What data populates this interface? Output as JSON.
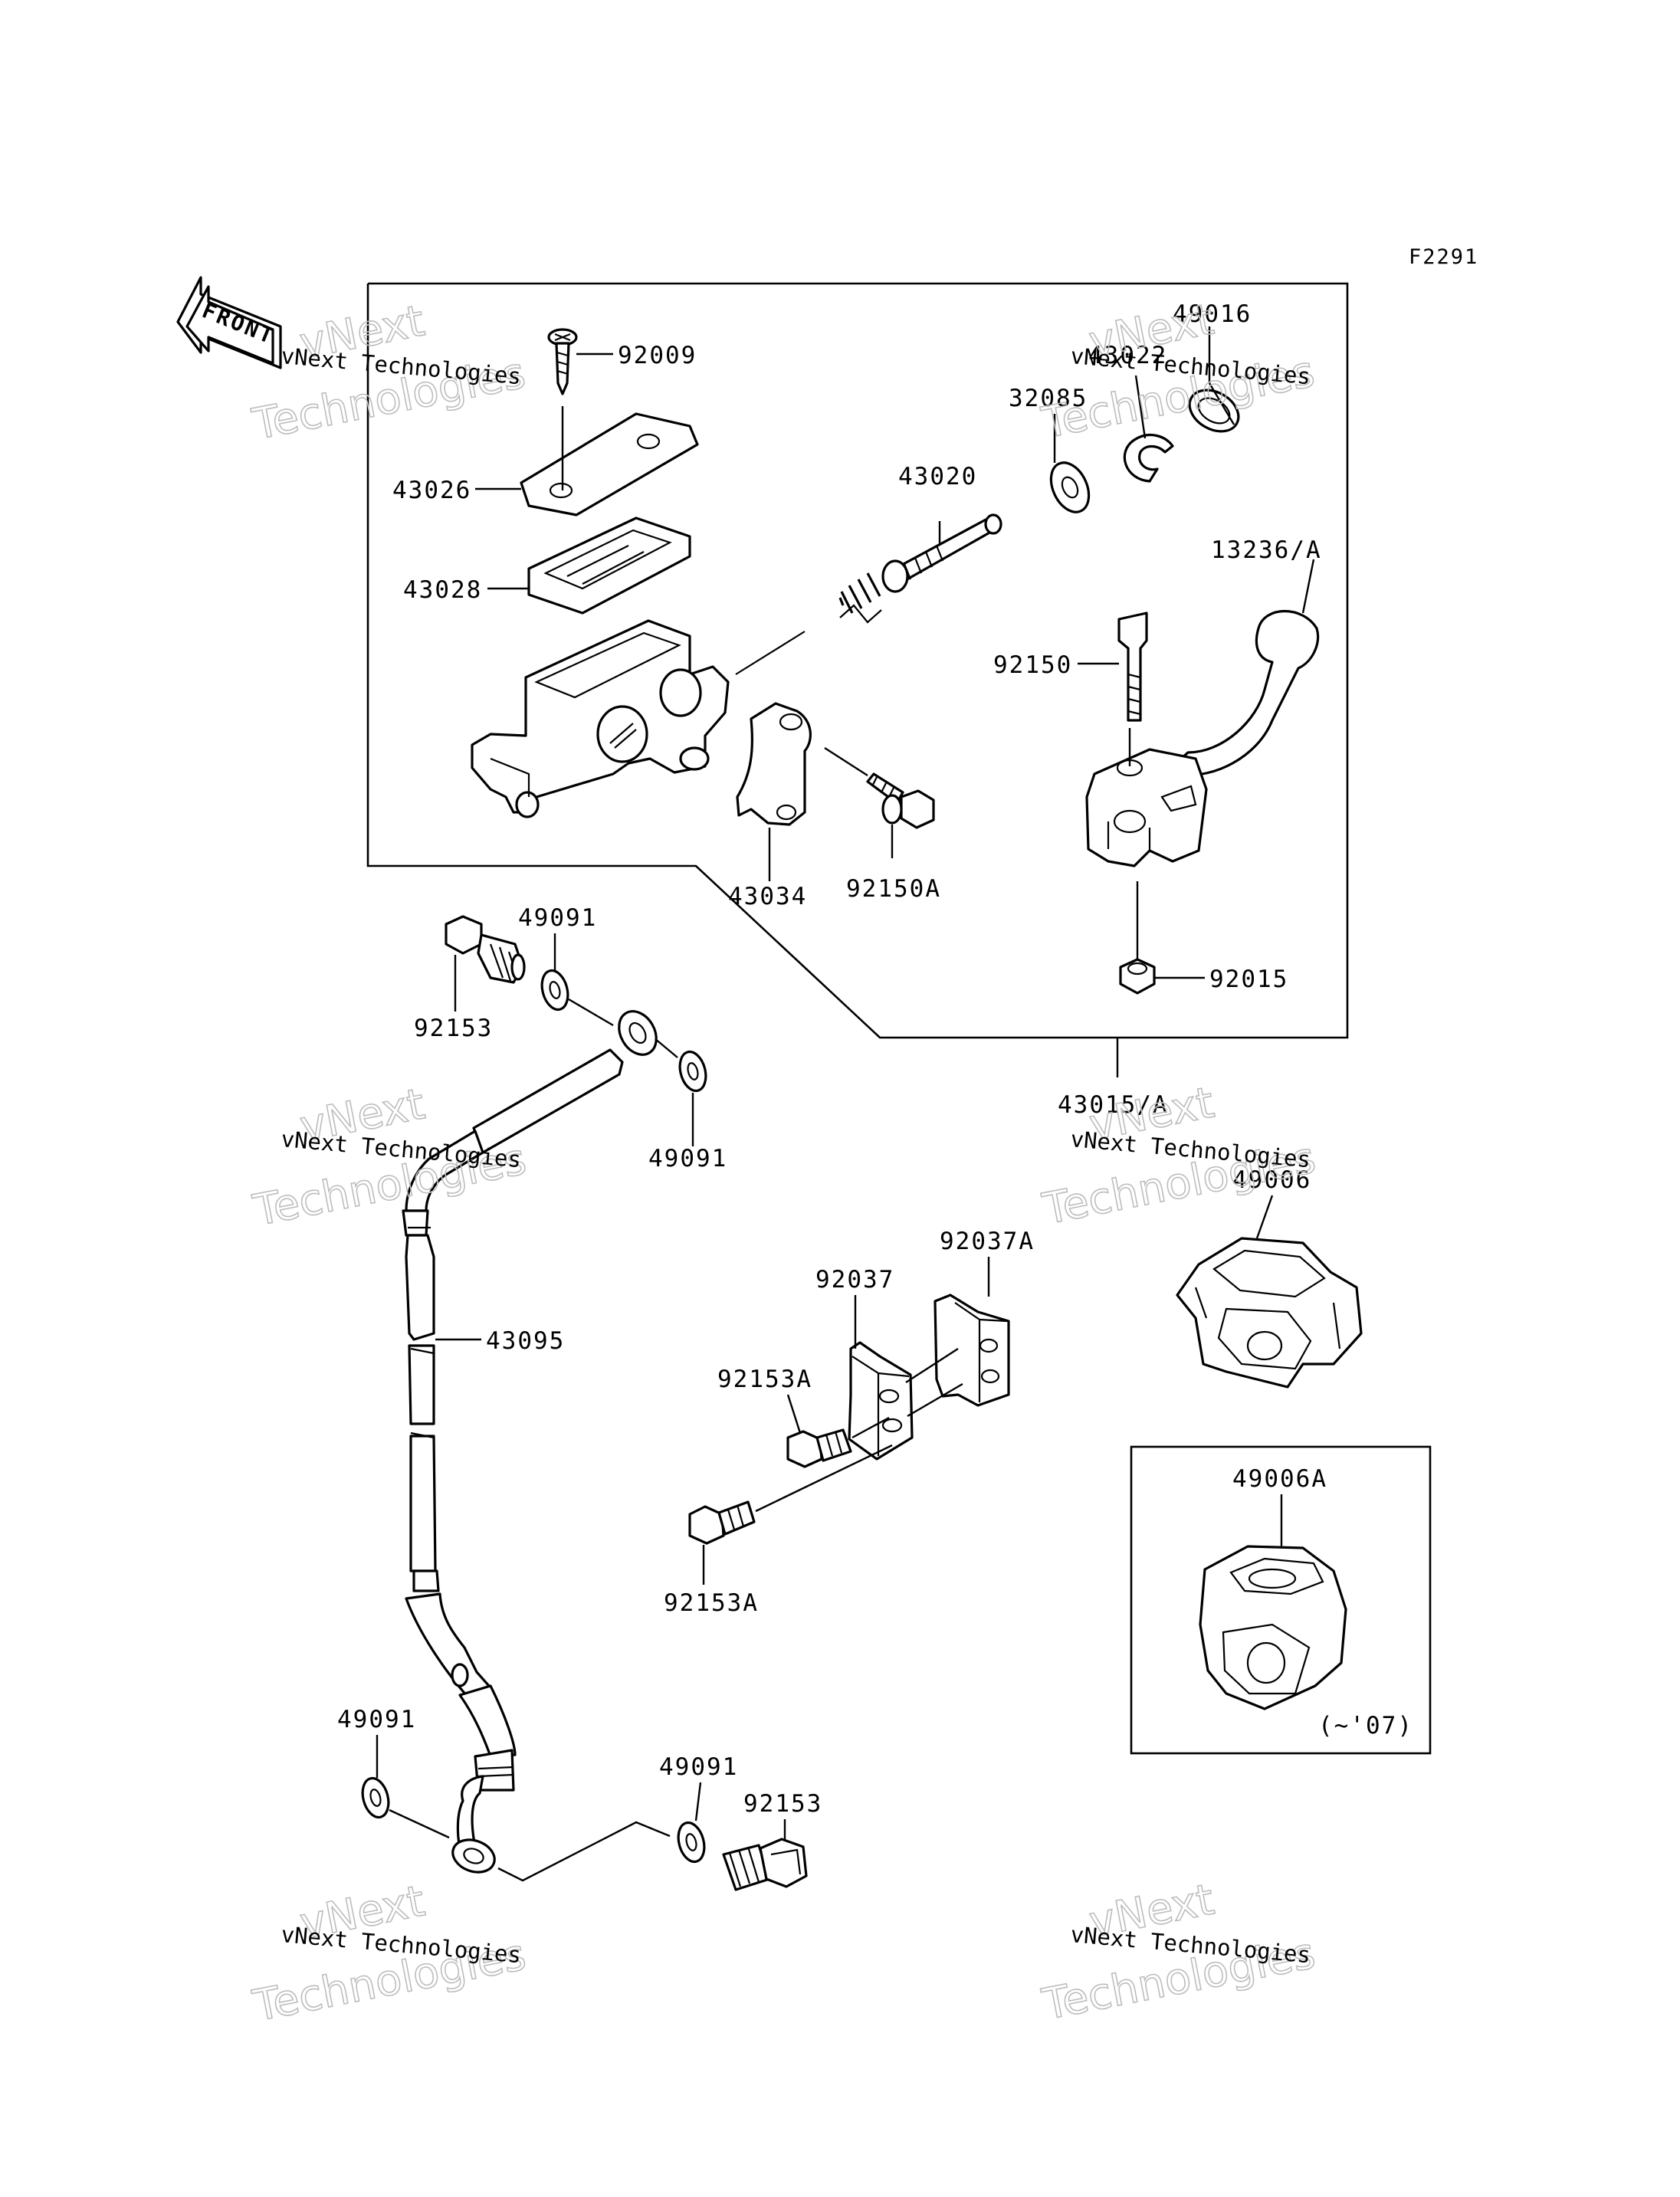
{
  "diagram_id": "F2291",
  "front_marker": "FRONT",
  "watermark": {
    "line1": "vNext Technologies",
    "line2": "vNext",
    "line3": "Technologies"
  },
  "part_labels": [
    {
      "id": "92009",
      "text": "92009"
    },
    {
      "id": "43026",
      "text": "43026"
    },
    {
      "id": "43028",
      "text": "43028"
    },
    {
      "id": "43020",
      "text": "43020"
    },
    {
      "id": "32085",
      "text": "32085"
    },
    {
      "id": "43022",
      "text": "43022"
    },
    {
      "id": "49016",
      "text": "49016"
    },
    {
      "id": "13236A",
      "text": "13236/A"
    },
    {
      "id": "92150",
      "text": "92150"
    },
    {
      "id": "43034",
      "text": "43034"
    },
    {
      "id": "92150A",
      "text": "92150A"
    },
    {
      "id": "92015",
      "text": "92015"
    },
    {
      "id": "43015A",
      "text": "43015/A"
    },
    {
      "id": "49091a",
      "text": "49091"
    },
    {
      "id": "92153a",
      "text": "92153"
    },
    {
      "id": "49091b",
      "text": "49091"
    },
    {
      "id": "43095",
      "text": "43095"
    },
    {
      "id": "49006",
      "text": "49006"
    },
    {
      "id": "92037",
      "text": "92037"
    },
    {
      "id": "92037A",
      "text": "92037A"
    },
    {
      "id": "92153Aa",
      "text": "92153A"
    },
    {
      "id": "92153Ab",
      "text": "92153A"
    },
    {
      "id": "49006A",
      "text": "49006A"
    },
    {
      "id": "49091c",
      "text": "49091"
    },
    {
      "id": "49091d",
      "text": "49091"
    },
    {
      "id": "92153b",
      "text": "92153"
    }
  ],
  "inset_note": "(~'07)"
}
